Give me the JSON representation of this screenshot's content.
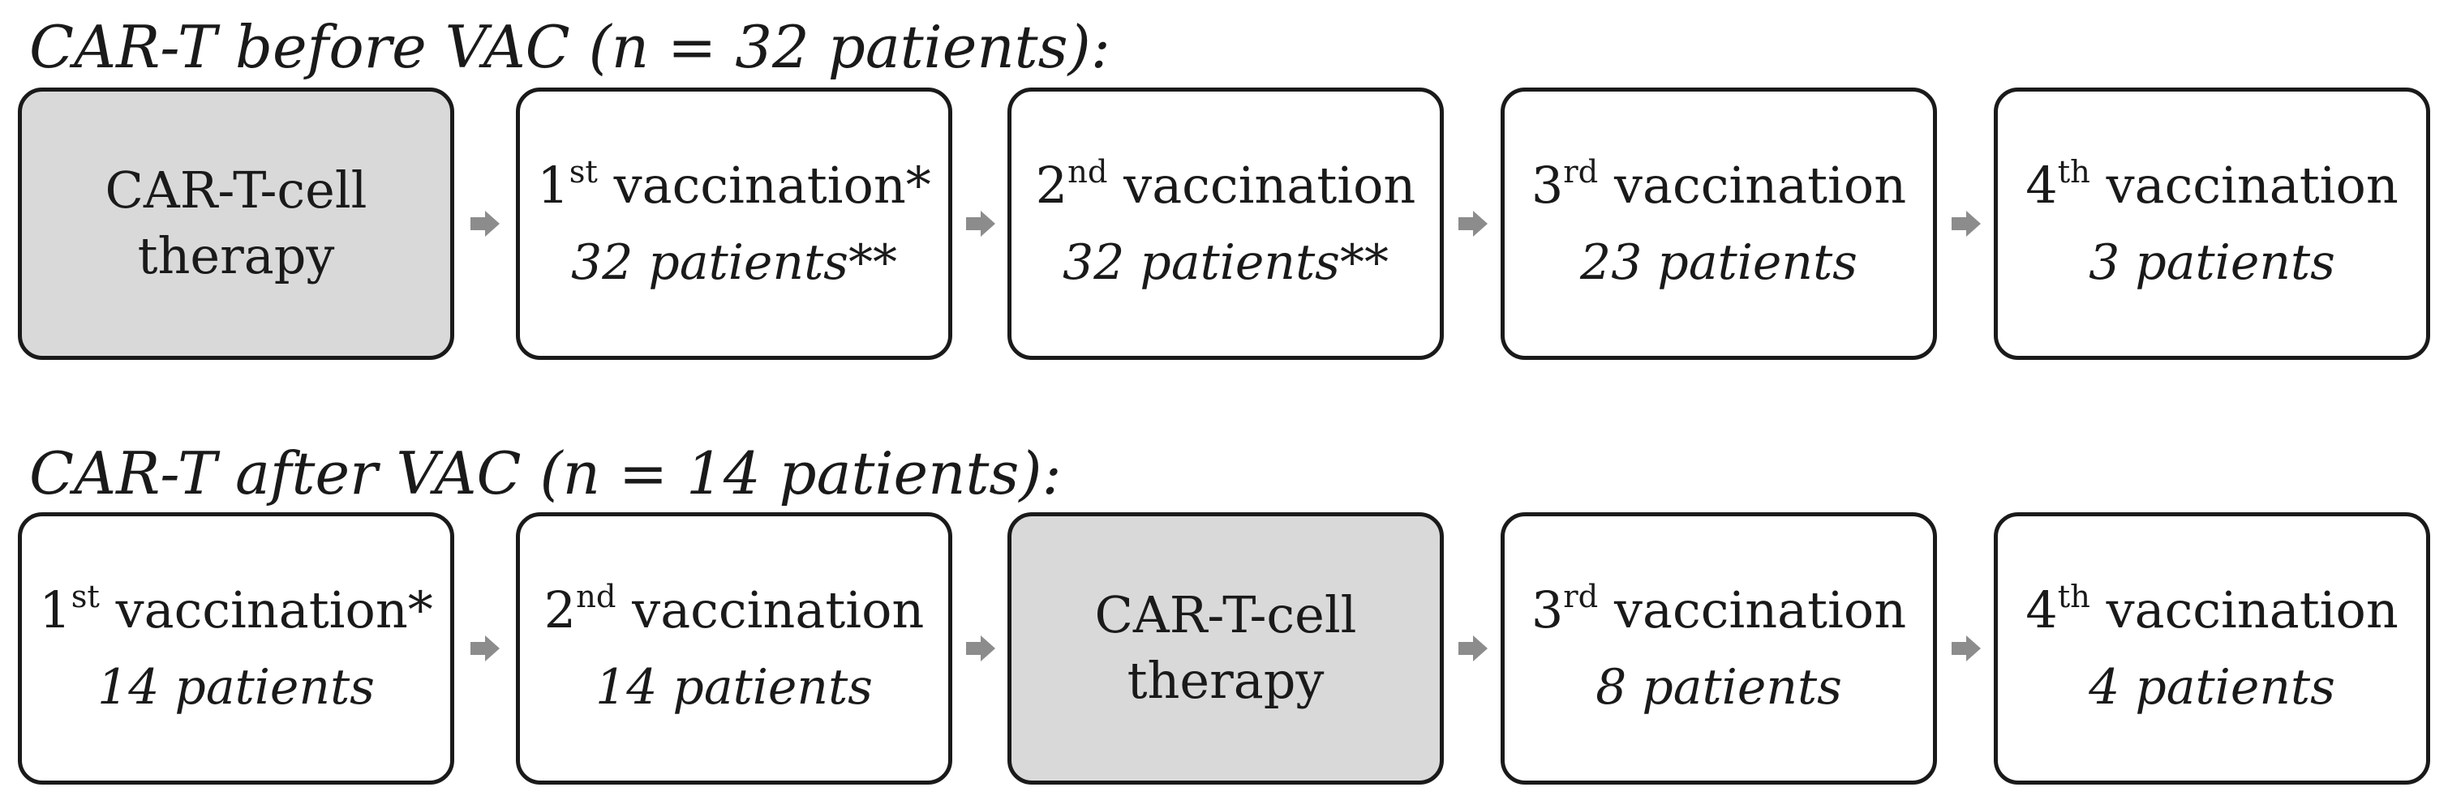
{
  "rows": [
    {
      "title": "CAR-T before VAC (n = 32 patients):",
      "boxes": [
        {
          "kind": "therapy",
          "line1": "CAR-T-cell",
          "line2": "therapy"
        },
        {
          "kind": "vaccination",
          "ord": "1",
          "sup": "st",
          "label": " vaccination*",
          "patients": "32 patients**"
        },
        {
          "kind": "vaccination",
          "ord": "2",
          "sup": "nd",
          "label": " vaccination",
          "patients": "32 patients**"
        },
        {
          "kind": "vaccination",
          "ord": "3",
          "sup": "rd",
          "label": " vaccination",
          "patients": "23 patients"
        },
        {
          "kind": "vaccination",
          "ord": "4",
          "sup": "th",
          "label": " vaccination",
          "patients": "3 patients"
        }
      ]
    },
    {
      "title": "CAR-T after VAC (n = 14 patients):",
      "boxes": [
        {
          "kind": "vaccination",
          "ord": "1",
          "sup": "st",
          "label": " vaccination*",
          "patients": "14 patients"
        },
        {
          "kind": "vaccination",
          "ord": "2",
          "sup": "nd",
          "label": " vaccination",
          "patients": "14 patients"
        },
        {
          "kind": "therapy",
          "line1": "CAR-T-cell",
          "line2": "therapy"
        },
        {
          "kind": "vaccination",
          "ord": "3",
          "sup": "rd",
          "label": " vaccination",
          "patients": "8 patients"
        },
        {
          "kind": "vaccination",
          "ord": "4",
          "sup": "th",
          "label": " vaccination",
          "patients": "4 patients"
        }
      ]
    }
  ],
  "colors": {
    "therapy_fill": "#d9d9d9",
    "box_border": "#1a1a1a",
    "arrow": "#8c8c8c"
  }
}
